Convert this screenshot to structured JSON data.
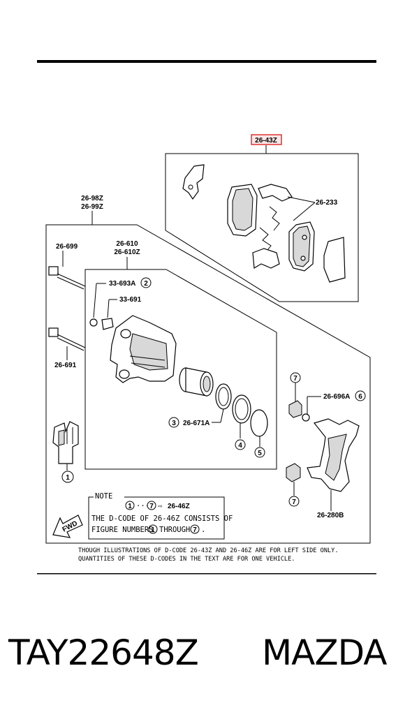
{
  "labels": {
    "pad_set_code": "26-43Z",
    "guide_bolt_upper_top": "26-98Z",
    "guide_bolt_upper_bottom": "26-99Z",
    "guide_bolt_left": "26-699",
    "caliper_code_top": "26-610",
    "caliper_code_bottom": "26-610Z",
    "bleeder_cap": "33-693A",
    "bleeder_cap_num": "2",
    "bleeder_screw": "33-691",
    "guide_bolt_lower": "26-691",
    "pad_clip": "26-233",
    "piston_seal_num": "3",
    "piston_seal": "26-671A",
    "piston_num": "4",
    "boot_num": "5",
    "sleeve_num_upper": "7",
    "sleeve_boot": "26-696A",
    "sleeve_boot_num": "6",
    "bracket": "26-280B",
    "sleeve_num_lower": "7",
    "pad_num": "1"
  },
  "note": {
    "title": "NOTE",
    "line1_from": "1",
    "line1_sep": "···",
    "line1_to": "7",
    "line1_arrow": "⇨",
    "line1_code": "26-46Z",
    "line2": "THE D-CODE OF  26-46Z  CONSISTS OF",
    "line3_a": "FIGURE NUMBERS",
    "line3_from": "1",
    "line3_b": "THROUGH",
    "line3_to": "7",
    "line3_end": "."
  },
  "fwd_label": "FWD",
  "footer": {
    "line1": "THOUGH ILLUSTRATIONS OF D-CODE 26-43Z AND 26-46Z ARE FOR LEFT SIDE ONLY.",
    "line2": "QUANTITIES OF THESE D-CODES IN THE TEXT ARE FOR ONE VEHICLE."
  },
  "caption": {
    "part_number": "TAY22648Z",
    "brand": "MAZDA"
  },
  "colors": {
    "highlight_box": "#e03030",
    "highlight_fill": "#fbe6e6"
  }
}
